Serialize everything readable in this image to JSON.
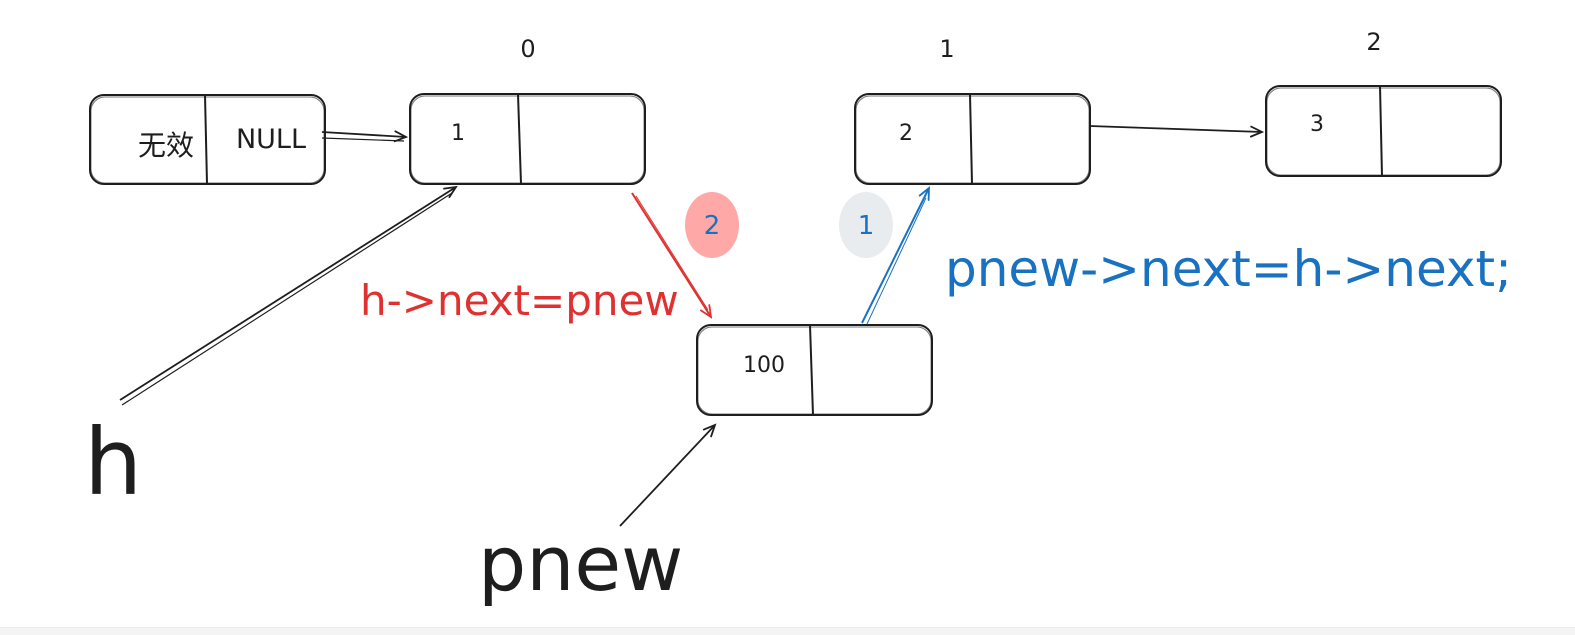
{
  "colors": {
    "ink": "#1e1e1e",
    "red": "#e03131",
    "blue": "#1971c2",
    "badge_red_fill": "#ffa8a8",
    "badge_gray_fill": "#e9ecef"
  },
  "head_node": {
    "left": "无效",
    "right": "NULL"
  },
  "nodes": [
    {
      "index": "0",
      "value": "1"
    },
    {
      "index": "1",
      "value": "2"
    },
    {
      "index": "2",
      "value": "3"
    }
  ],
  "new_node": {
    "value": "100"
  },
  "pointers": {
    "h": "h",
    "pnew": "pnew"
  },
  "steps": [
    {
      "number": "2",
      "code": "h->next=pnew",
      "color": "#e03131"
    },
    {
      "number": "1",
      "code": "pnew->next=h->next;",
      "color": "#1971c2"
    }
  ]
}
